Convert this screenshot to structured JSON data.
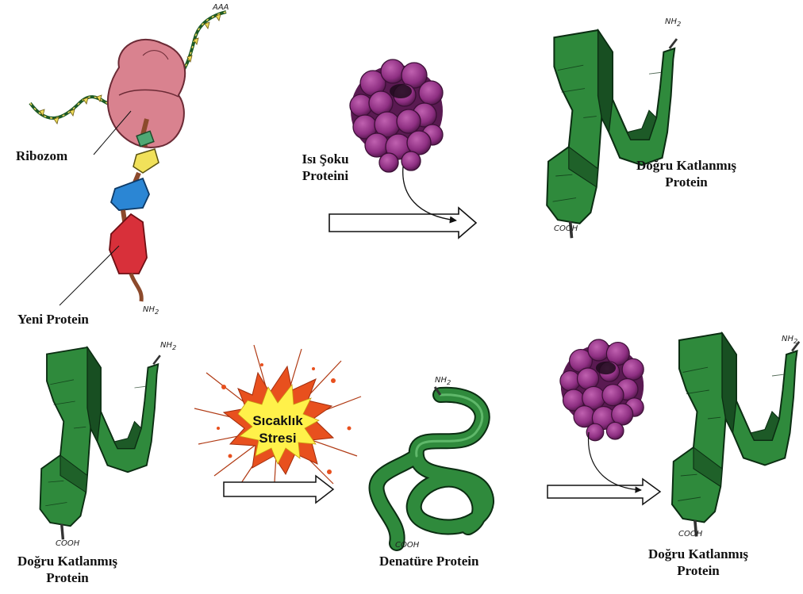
{
  "labels": {
    "ribozom": "Ribozom",
    "yeni_protein": "Yeni Protein",
    "isi_soku_line1": "Isı Şoku",
    "isi_soku_line2": "Proteini",
    "dogru_line1": "Doğru Katlanmış",
    "dogru_line2": "Protein",
    "sicaklik_line1": "Sıcaklık",
    "sicaklik_line2": "Stresi",
    "denature": "Denatüre Protein"
  },
  "chem": {
    "nh2": "NH",
    "nh2_sub": "2",
    "cooh": "COOH",
    "poly_a": "AAA"
  },
  "colors": {
    "ribosome": "#d9828f",
    "hsp": "#9b3f8f",
    "protein_green": "#2f8a3c",
    "segment_yellow": "#f1e15a",
    "segment_blue": "#2b86d4",
    "segment_red": "#d8303a",
    "stress_yellow": "#fff14a",
    "stress_orange": "#e8501e"
  }
}
